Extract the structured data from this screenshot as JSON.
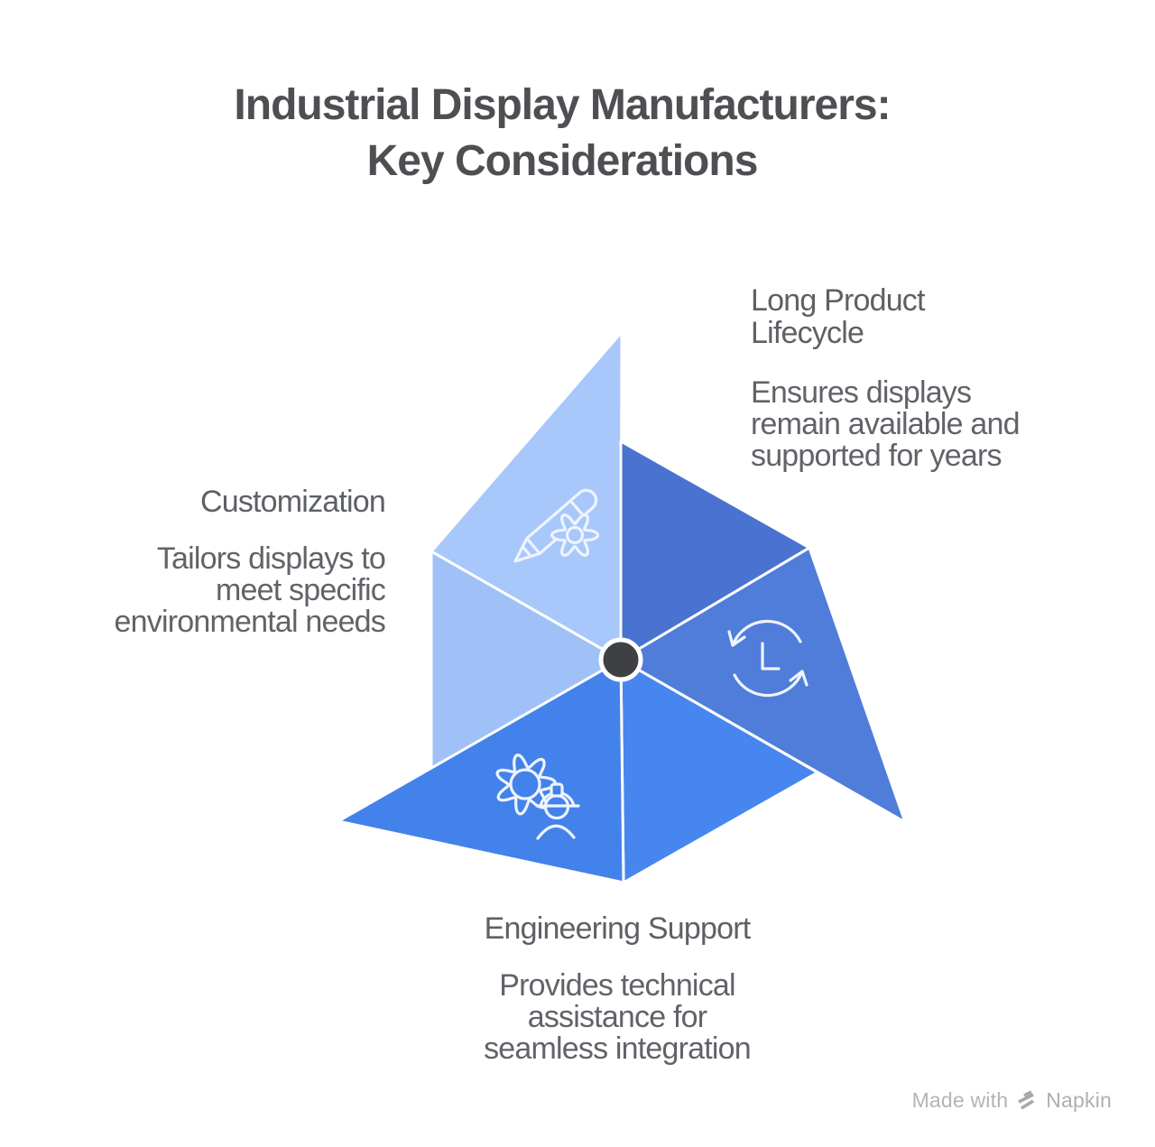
{
  "title": {
    "lines": [
      "Industrial Display Manufacturers:",
      "Key Considerations"
    ]
  },
  "segments": [
    {
      "id": "long-product-lifecycle",
      "heading_lines": [
        "Long Product",
        "Lifecycle"
      ],
      "body_lines": [
        "Ensures displays",
        "remain available and",
        "supported for years"
      ],
      "icon": "clock-cycle-icon",
      "colors": {
        "main": "#4f7dd9",
        "shade": "#4a73d1"
      }
    },
    {
      "id": "customization",
      "heading_lines": [
        "Customization"
      ],
      "body_lines": [
        "Tailors displays to",
        "meet specific",
        "environmental needs"
      ],
      "icon": "pencil-gear-icon",
      "colors": {
        "main": "#a8c7fb",
        "shade": "#9fc1f8"
      }
    },
    {
      "id": "engineering-support",
      "heading_lines": [
        "Engineering Support"
      ],
      "body_lines": [
        "Provides technical",
        "assistance for",
        "seamless integration"
      ],
      "icon": "gear-engineer-icon",
      "colors": {
        "main": "#4382ea",
        "shade": "#4786ee"
      }
    }
  ],
  "hub": {
    "color": "#3f4043"
  },
  "footer": {
    "made_with": "Made with",
    "brand": "Napkin"
  }
}
